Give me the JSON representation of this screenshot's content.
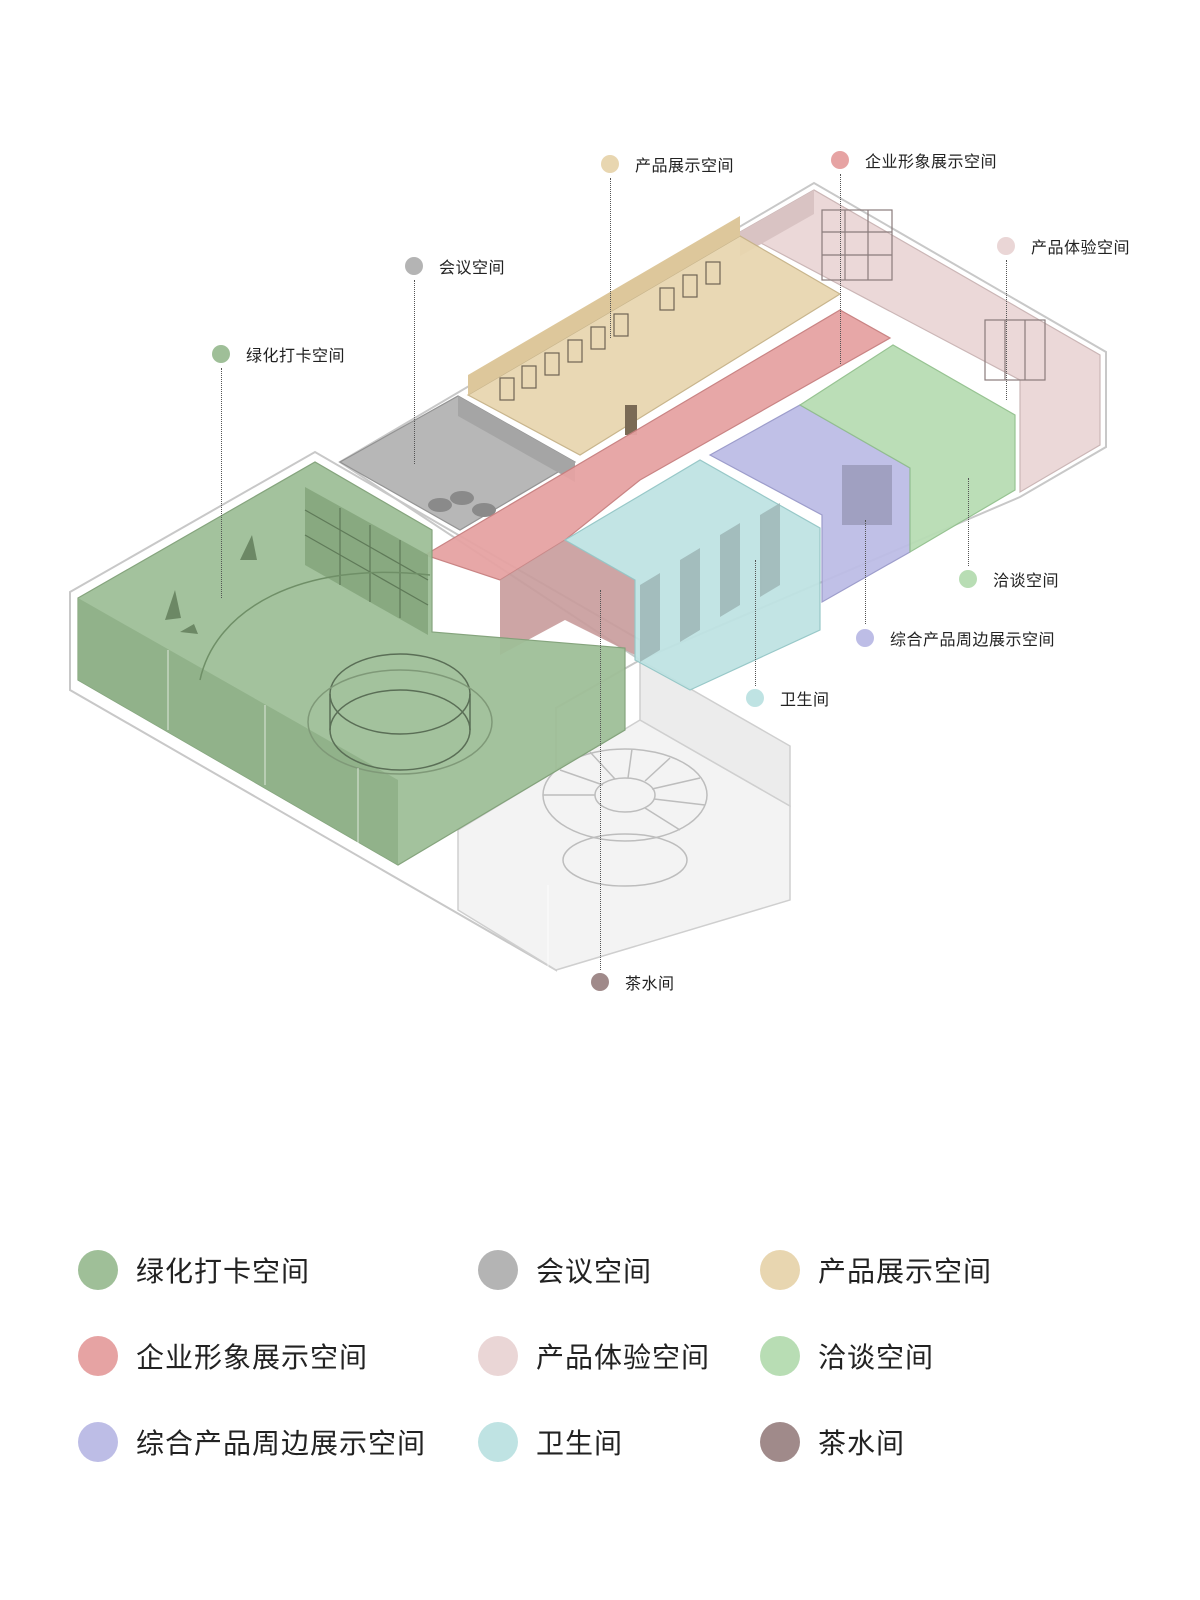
{
  "zones": [
    {
      "key": "green_checkin",
      "label": "绿化打卡空间",
      "color": "#9fbf98"
    },
    {
      "key": "meeting",
      "label": "会议空间",
      "color": "#b4b4b4"
    },
    {
      "key": "product_display",
      "label": "产品展示空间",
      "color": "#e8d6b0"
    },
    {
      "key": "brand_display",
      "label": "企业形象展示空间",
      "color": "#e6a3a3"
    },
    {
      "key": "product_experience",
      "label": "产品体验空间",
      "color": "#ead6d6"
    },
    {
      "key": "negotiation",
      "label": "洽谈空间",
      "color": "#b8ddb4"
    },
    {
      "key": "peripheral_display",
      "label": "综合产品周边展示空间",
      "color": "#bdbde6"
    },
    {
      "key": "restroom",
      "label": "卫生间",
      "color": "#bfe3e3"
    },
    {
      "key": "tea_room",
      "label": "茶水间",
      "color": "#a08a8a"
    }
  ],
  "legend_rows": [
    [
      "green_checkin",
      "meeting",
      "product_display"
    ],
    [
      "brand_display",
      "product_experience",
      "negotiation"
    ],
    [
      "peripheral_display",
      "restroom",
      "tea_room"
    ]
  ]
}
